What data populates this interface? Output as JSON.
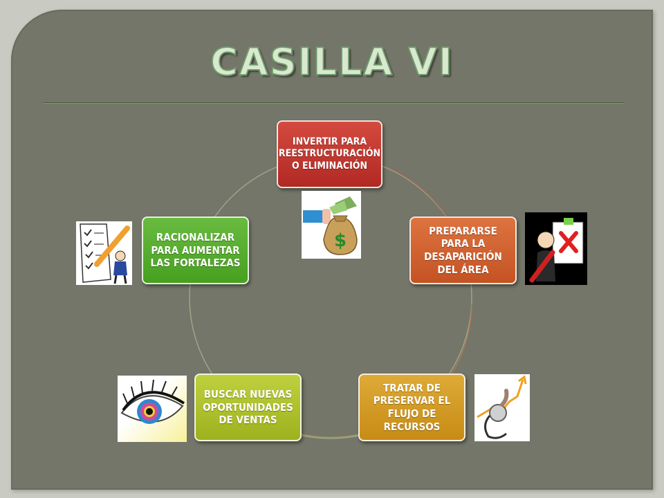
{
  "slide": {
    "title": "CASILLA VI"
  },
  "cycle": {
    "items": [
      {
        "label": "INVERTIR PARA REESTRUCTURACIÓN O ELIMINACIÓN",
        "color": "#c7352d",
        "icon": "money-bag-icon"
      },
      {
        "label": "PREPARARSE PARA LA DESAPARICIÓN DEL ÁREA",
        "color": "#d2622d",
        "icon": "clipboard-cross-icon"
      },
      {
        "label": "TRATAR DE PRESERVAR EL FLUJO DE RECURSOS",
        "color": "#d39a24",
        "icon": "stethoscope-growth-icon"
      },
      {
        "label": "BUSCAR NUEVAS OPORTUNIDADES DE VENTAS",
        "color": "#b0c22e",
        "icon": "eye-icon"
      },
      {
        "label": "RACIONALIZAR PARA AUMENTAR LAS FORTALEZAS",
        "color": "#58ad2f",
        "icon": "checklist-pencil-icon"
      }
    ]
  },
  "colors": {
    "background": "#737668",
    "title_fill": "#d8e9cf",
    "title_outline": "#6f9a6a"
  }
}
